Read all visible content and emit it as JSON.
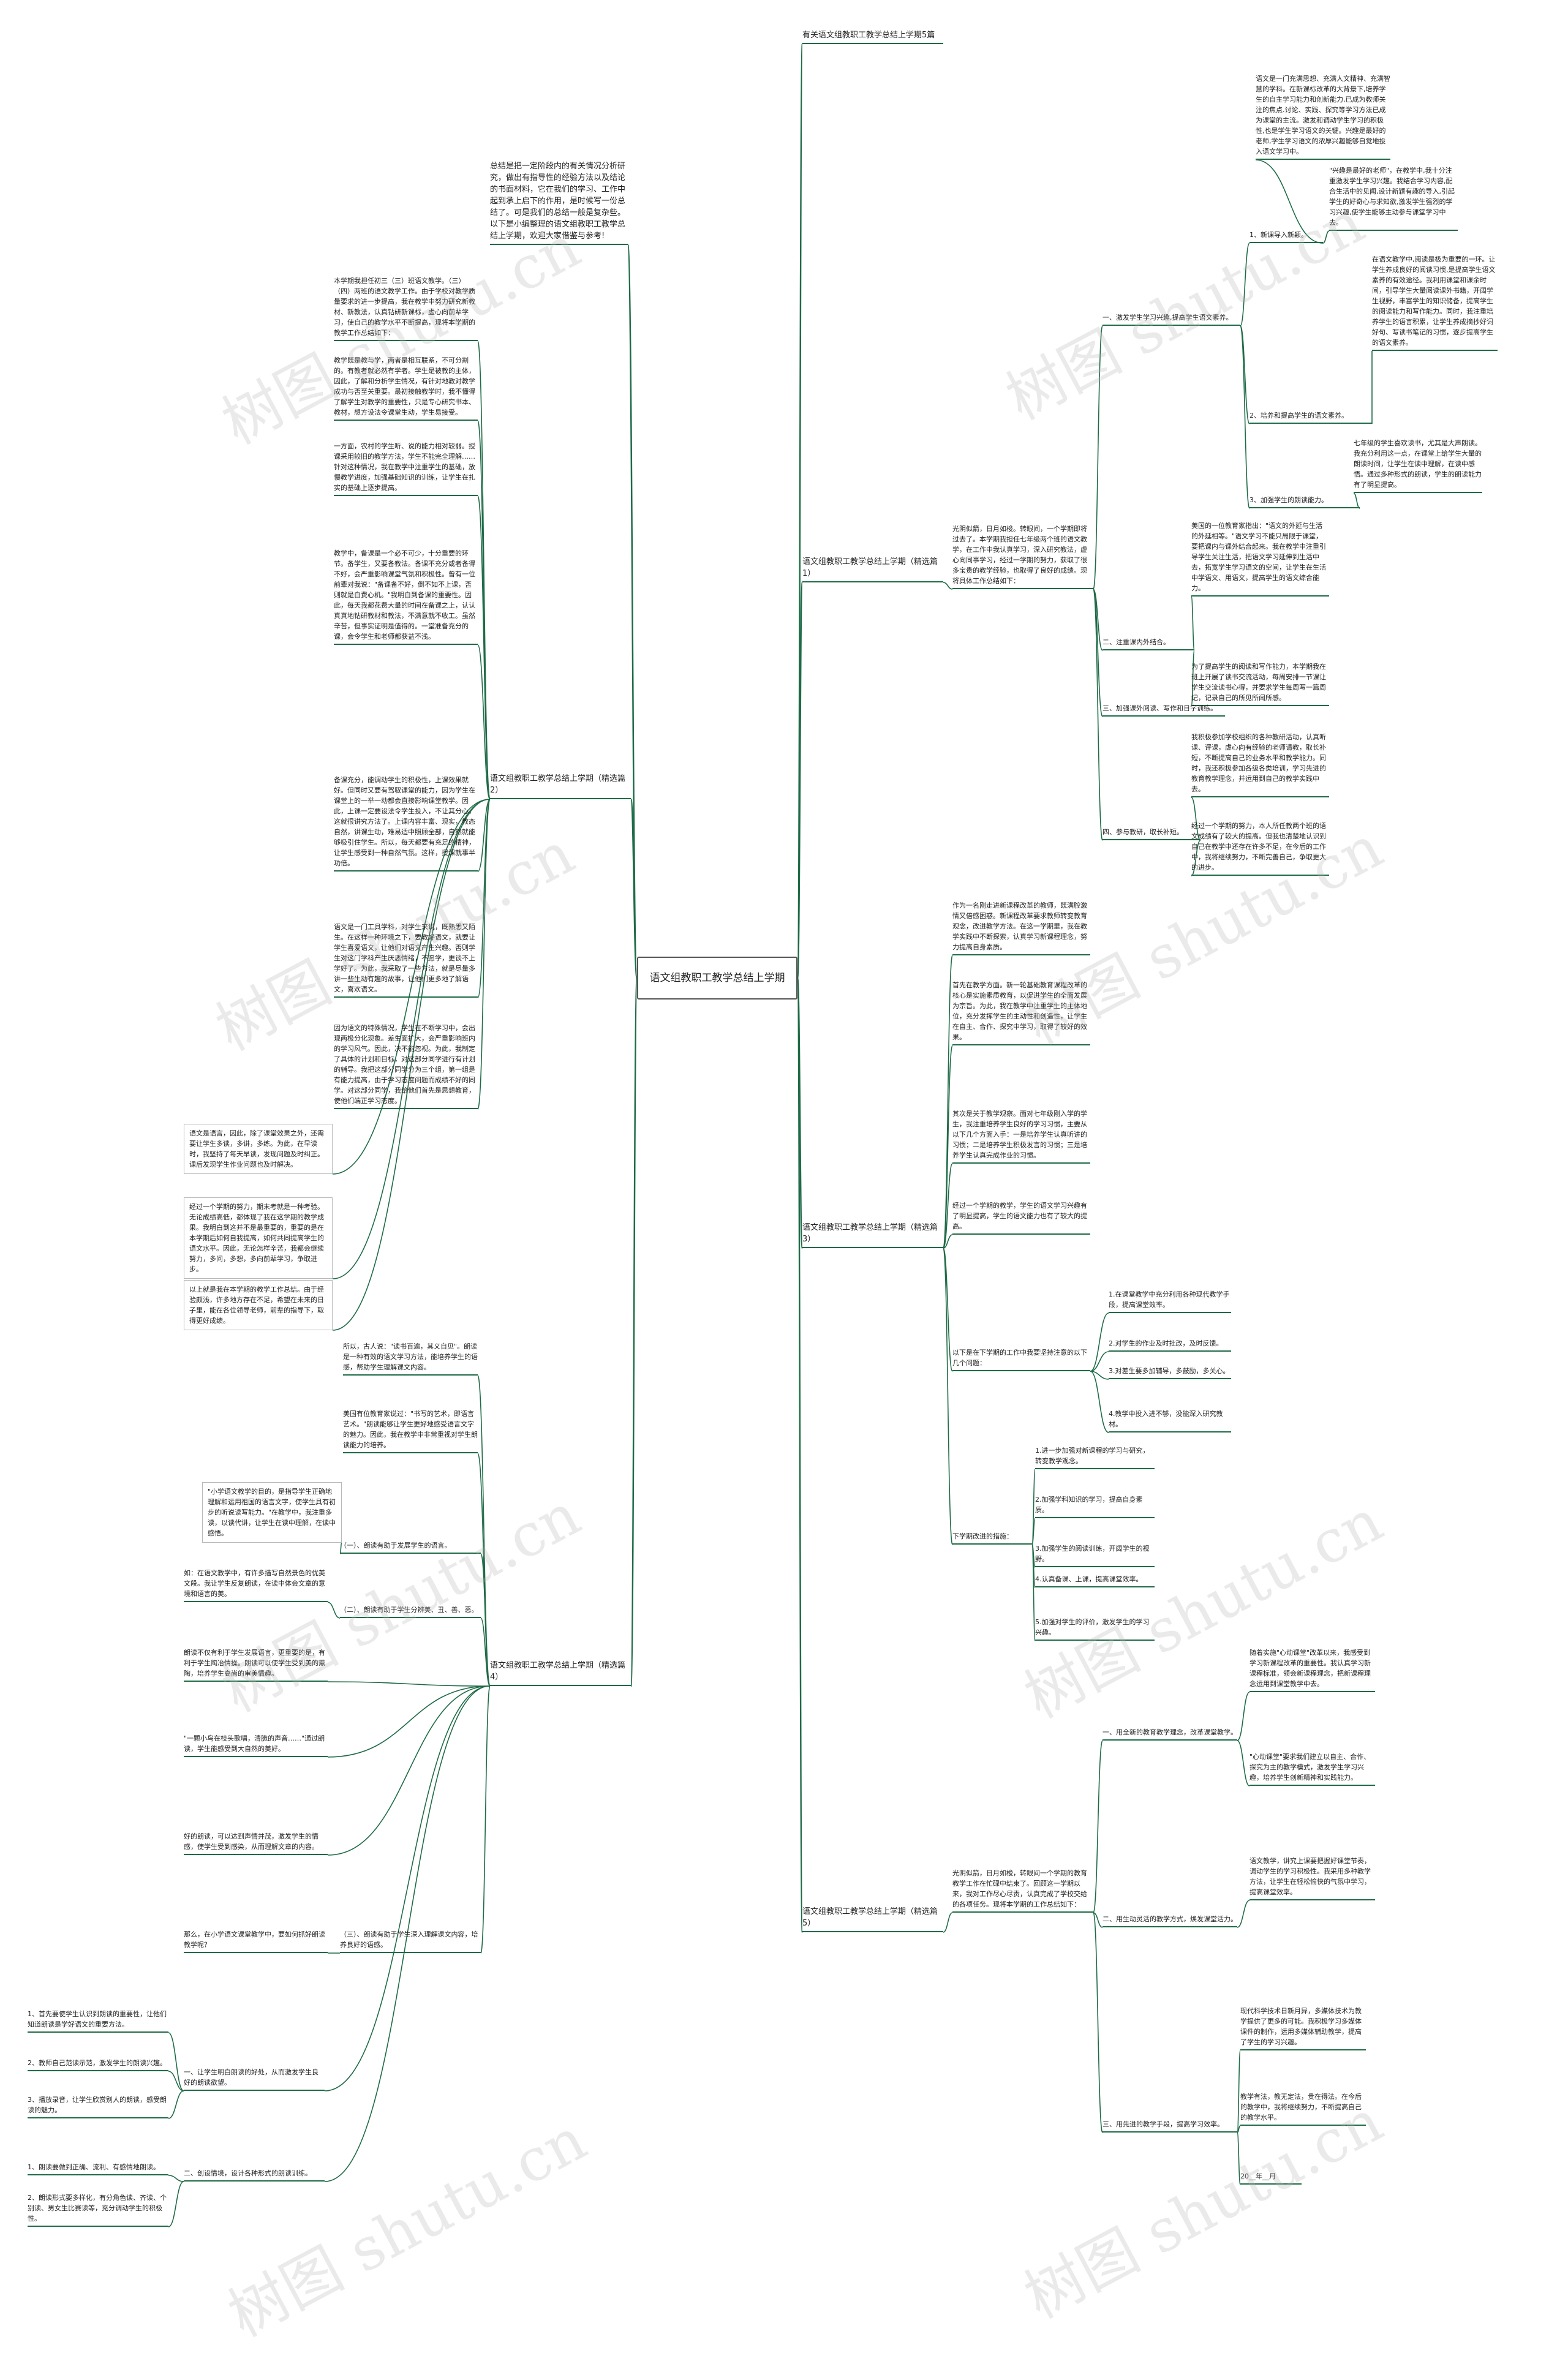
{
  "root": "语文组教职工教学总结上学期",
  "watermark": "树图 shutu.cn",
  "colors": {
    "branch": "#1f6b47",
    "box": "#b8b8b8"
  },
  "branches": {
    "top": "有关语文组教职工教学总结上学期5篇",
    "intro": "总结是把一定阶段内的有关情况分析研究，做出有指导性的经验方法以及结论的书面材料，它在我们的学习、工作中起到承上启下的作用，是时候写一份总结了。可是我们的总结一般是复杂些。以下是小编整理的语文组教职工教学总结上学期，欢迎大家借鉴与参考!",
    "b1": "语文组教职工教学总结上学期（精选篇1）",
    "b2": "语文组教职工教学总结上学期（精选篇2）",
    "b3": "语文组教职工教学总结上学期（精选篇3）",
    "b4": "语文组教职工教学总结上学期（精选篇4）",
    "b5": "语文组教职工教学总结上学期（精选篇5）"
  },
  "p1": {
    "intro": "光阴似箭，日月如梭。转眼间，一个学期即将过去了。本学期我担任七年级两个班的语文教学，在工作中我认真学习，深入研究教法，虚心向同事学习，经过一学期的努力，获取了很多宝贵的教学经验，也取得了良好的成绩。现将具体工作总结如下：",
    "s1": "一、激发学生学习兴趣,提高学生语文素养。",
    "s1a_lead": "1、新课导入新颖。",
    "s1a_top": "语文是一门充满思想、充满人文精神、充满智慧的学科。在新课标改革的大背景下,培养学生的自主学习能力和创新能力,已成为教师关注的焦点.讨论、实践、探究等学习方法已成为课堂的主流。激发和调动学生学习的积极性,也是学生学习语文的关键。兴趣是最好的老师,学生学习语文的浓厚兴趣能够自觉地投入语文学习中。",
    "s1a_q": "\"兴趣是最好的老师\"，在教学中,我十分注重激发学生学习兴趣。我结合学习内容,配合生活中的见闻,设计新颖有趣的导入,引起学生的好奇心与求知欲,激发学生强烈的学习兴趣,使学生能够主动参与课堂学习中去。",
    "s1b_lead": "2、培养和提高学生的语文素养。",
    "s1b": "在语文教学中,阅读是极为重要的一环。让学生养成良好的阅读习惯,是提高学生语文素养的有效途径。我利用课堂和课余时间，引导学生大量阅读课外书籍，开阔学生视野，丰富学生的知识储备，提高学生的阅读能力和写作能力。同时，我注重培养学生的语言积累，让学生养成摘抄好词好句、写读书笔记的习惯，逐步提高学生的语文素养。",
    "s1c_lead": "3、加强学生的朗读能力。",
    "s1c": "七年级的学生喜欢读书，尤其是大声朗读。我充分利用这一点，在课堂上给学生大量的朗读时间，让学生在读中理解，在读中感悟。通过多种形式的朗读，学生的朗读能力有了明显提高。",
    "s2": "二、注重课内外结合。",
    "s2a": "美国的一位教育家指出：\"语文的外延与生活的外延相等。\"语文学习不能只局限于课堂，要把课内与课外结合起来。我在教学中注重引导学生关注生活，把语文学习延伸到生活中去，拓宽学生学习语文的空间，让学生在生活中学语文、用语文，提高学生的语文综合能力。",
    "s2b": "为了提高学生的阅读和写作能力，本学期我在班上开展了读书交流活动，每周安排一节课让学生交流读书心得，并要求学生每周写一篇周记，记录自己的所见所闻所感。",
    "s3": "三、加强课外阅读、写作和日字训练。",
    "s4": "四、参与教研，取长补短。",
    "s4a": "我积极参加学校组织的各种教研活动，认真听课、评课，虚心向有经验的老师请教，取长补短，不断提高自己的业务水平和教学能力。同时，我还积极参加各级各类培训，学习先进的教育教学理念，并运用到自己的教学实践中去。",
    "s4b": "经过一个学期的努力，本人所任教两个班的语文成绩有了较大的提高。但我也清楚地认识到自己在教学中还存在许多不足，在今后的工作中，我将继续努力，不断完善自己，争取更大的进步。"
  },
  "p2": {
    "a": "本学期我担任初三（三）班语文教学。（三）（四）两班的语文教学工作。由于学校对教学质量要求的进一步提高，我在教学中努力研究新教材、新教法，认真钻研新课标，虚心向前辈学习，使自己的教学水平不断提高，现将本学期的教学工作总结如下：",
    "b": "教学既是教与学，两者是相互联系，不可分割的。有教者就必然有学者。学生是被教的主体，因此，了解和分析学生情况，有针对地教对教学成功与否至关重要。最初接触教学时，我不懂得了解学生对教学的重要性，只是专心研究书本、教材，想方设法令课堂生动，学生易接受。",
    "c": "一方面，农村的学生听、说的能力相对较弱。授课采用较旧的教学方法，学生不能完全理解……针对这种情况，我在教学中注重学生的基础，放慢教学进度，加强基础知识的训练，让学生在扎实的基础上逐步提高。",
    "d": "教学中，备课是一个必不可少，十分重要的环节。备学生，又要备教法。备课不充分或者备得不好，会严重影响课堂气氛和积极性。曾有一位前辈对我说：\"备课备不好，倒不如不上课，否则就是白费心机。\"我明白到备课的重要性。因此，每天我都花费大量的时间在备课之上，认认真真地钻研教材和教法，不满意就不收工。虽然辛苦，但事实证明是值得的。一堂准备充分的课，会令学生和老师都获益不浅。",
    "e": "备课充分，能调动学生的积极性，上课效果就好。但同时又要有驾驭课堂的能力，因为学生在课堂上的一举一动都会直接影响课堂教学。因此，上课一定要设法令学生投入，不让其分心，这就很讲究方法了。上课内容丰富、现实，教态自然，讲课生动，难易适中照顾全部，自然就能够吸引住学生。所以，每天都要有充足的精神，让学生感受到一种自然气氛。这样，授课就事半功倍。",
    "f": "语文是一门工具学科，对学生来说，既熟悉又陌生。在这样一种环境之下，要教好语文，就要让学生喜爱语文，让他们对语文产生兴趣。否则学生对这门学科产生厌恶情绪，不愿学，更谈不上学好了。为此，我采取了一些方法，就是尽量多讲一些生动有趣的故事，让他们更多地了解语文，喜欢语文。",
    "g": "因为语文的特殊情况，学生在不断学习中，会出现两极分化现象。差生面扩大，会严重影响班内的学习风气。因此，决不能忽视。为此，我制定了具体的计划和目标，对这部分同学进行有计划的辅导。我把这部分同学分为三个组，第一组是有能力提高，由于学习态度问题而成绩不好的同学。对这部分同学，我给他们首先是思想教育，使他们端正学习态度。",
    "h": "语文是语言，因此，除了课堂效果之外，还需要让学生多读，多讲，多练。为此，在早读时，我坚持了每天早读，发现问题及时纠正。课后发现学生作业问题也及时解决。",
    "i": "经过一个学期的努力，期末考就是一种考验。无论成绩高低，都体现了我在这学期的教学成果。我明白到这并不是最重要的，重要的是在本学期后如何自我提高，如何共同提高学生的语文水平。因此，无论怎样辛苦，我都会继续努力，多问，多想，多向前辈学习，争取进步。",
    "j": "以上就是我在本学期的教学工作总结。由于经验颇浅，许多地方存在不足，希望在未来的日子里，能在各位领导老师，前辈的指导下，取得更好成绩。"
  },
  "p3": {
    "a": "作为一名刚走进新课程改革的教师，既满腔激情又倍感困惑。新课程改革要求教师转变教育观念，改进教学方法。在这一学期里，我在教学实践中不断探索，认真学习新课程理念，努力提高自身素质。",
    "b": "首先在教学方面。新一轮基础教育课程改革的核心是实施素质教育，以促进学生的全面发展为宗旨。为此，我在教学中注重学生的主体地位，充分发挥学生的主动性和创造性，让学生在自主、合作、探究中学习，取得了较好的效果。",
    "c": "其次是关于教学观察。面对七年级刚入学的学生，我注重培养学生良好的学习习惯，主要从以下几个方面入手：一是培养学生认真听讲的习惯；二是培养学生积极发言的习惯；三是培养学生认真完成作业的习惯。",
    "d": "经过一个学期的教学，学生的语文学习兴趣有了明显提高，学生的语文能力也有了较大的提高。",
    "q": "以下是在下学期的工作中我要坚持注意的以下几个问题：",
    "q1": "1.在课堂教学中充分利用各种现代教学手段，提高课堂效率。",
    "q2": "2.对学生的作业及时批改，及时反馈。",
    "q3": "3.对差生要多加辅导，多鼓励，多关心。",
    "q4": "4.教学中投入进不够，没能深入研究教材。",
    "r": "下学期改进的措施：",
    "r1": "1.进一步加强对新课程的学习与研究，转变教学观念。",
    "r2": "2.加强学科知识的学习，提高自身素质。",
    "r3": "3.加强学生的阅读训练，开阔学生的视野。",
    "r4": "4.认真备课、上课，提高课堂效率。",
    "r5": "5.加强对学生的评价，激发学生的学习兴趣。"
  },
  "p4": {
    "a": "所以，古人说：\"读书百遍，其义自见\"。朗读是一种有效的语文学习方法，能培养学生的语感，帮助学生理解课文内容。",
    "b": "美国有位教育家说过：\"书写的艺术，即语言艺术。\"朗读能够让学生更好地感受语言文字的魅力。因此，我在教学中非常重视对学生朗读能力的培养。",
    "c": "\"小学语文教学的目的，是指导学生正确地理解和运用祖国的语言文字，使学生具有初步的听说读写能力。\"在教学中，我注重多读，以读代讲，让学生在读中理解，在读中感悟。",
    "c_lead": "（一）、朗读有助于发展学生的语言。",
    "d": "如：在语文教学中，有许多描写自然景色的优美文段。我让学生反复朗读，在读中体会文章的意境和语言的美。",
    "d_lead": "（二）、朗读有助于学生分辨美、丑、善、恶。",
    "e": "朗读不仅有利于学生发展语言，更重要的是，有利于学生陶冶情操。朗读可以使学生受到美的熏陶，培养学生高尚的审美情趣。",
    "f": "\"一颗小鸟在枝头歌唱，清脆的声音……\"通过朗读，学生能感受到大自然的美好。",
    "g": "好的朗读，可以达到声情并茂，激发学生的情感，使学生受到感染，从而理解文章的内容。",
    "h": "那么，在小学语文课堂教学中，要如何抓好朗读教学呢？",
    "h_lead": "（三）、朗读有助于学生深入理解课文内容，培养良好的语感。",
    "l1": "一、让学生明白朗读的好处，从而激发学生良好的朗读欲望。",
    "l1a": "1、首先要使学生认识到朗读的重要性，让他们知道朗读是学好语文的重要方法。",
    "l1b": "2、教师自己范读示范，激发学生的朗读兴趣。",
    "l1c": "3、播放录音，让学生欣赏别人的朗读，感受朗读的魅力。",
    "l2": "二、创设情境，设计各种形式的朗读训练。",
    "l2a": "1、朗读要做到正确、流利、有感情地朗读。",
    "l2b": "2、朗读形式要多样化，有分角色读、齐读、个别读、男女生比赛读等，充分调动学生的积极性。"
  },
  "p5": {
    "intro": "光阴似箭，日月如梭，转眼间一个学期的教育教学工作在忙碌中结束了。回顾这一学期以来，我对工作尽心尽责，认真完成了学校交给的各项任务。现将本学期的工作总结如下：",
    "s1": "一、用全新的教育教学理念，改革课堂教学。",
    "s1a": "随着实施\"心动课堂\"改革以来，我感受到学习新课程改革的重要性。我认真学习新课程标准，领会新课程理念，把新课程理念运用到课堂教学中去。",
    "s1b": "\"心动课堂\"要求我们建立以自主、合作、探究为主的教学模式，激发学生学习兴趣，培养学生创新精神和实践能力。",
    "s2": "二、用生动灵活的教学方式，焕发课堂活力。",
    "s2a": "语文教学，讲究上课要把握好课堂节奏，调动学生的学习积极性。我采用多种教学方法，让学生在轻松愉快的气氛中学习，提高课堂效率。",
    "s3": "三、用先进的教学手段，提高学习效率。",
    "s3a": "现代科学技术日新月异，多媒体技术为教学提供了更多的可能。我积极学习多媒体课件的制作，运用多媒体辅助教学，提高了学生的学习兴趣。",
    "s3b": "教学有法，教无定法，贵在得法。在今后的教学中，我将继续努力，不断提高自己的教学水平。",
    "date": "20__年__月"
  }
}
